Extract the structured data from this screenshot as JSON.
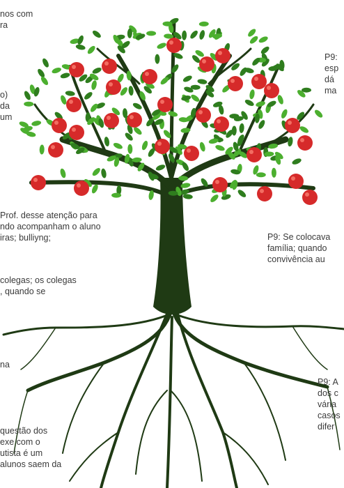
{
  "texts": {
    "t1": "nos com\nra",
    "t2": "o)\nda\num",
    "t3": "P9:\nesp\ndá\nma",
    "t4": "Prof. desse atenção para\nndo acompanham o aluno\niras; bulliyng;",
    "t5": "P9: Se colocava\nfamília; quando\nconvivência au",
    "t6": "colegas; os colegas\n, quando se",
    "t7": "na",
    "t8": "P9: A\ndos c\nvária\ncasos\ndifer",
    "t9": "questão dos\nexe com o\nutista é um\nalunos saem da"
  },
  "colors": {
    "trunk": "#1f3a14",
    "leaf": "#4caf2f",
    "leaf_dark": "#2f7d1e",
    "apple": "#d62a2a",
    "apple_hi": "#ff8a7a"
  }
}
